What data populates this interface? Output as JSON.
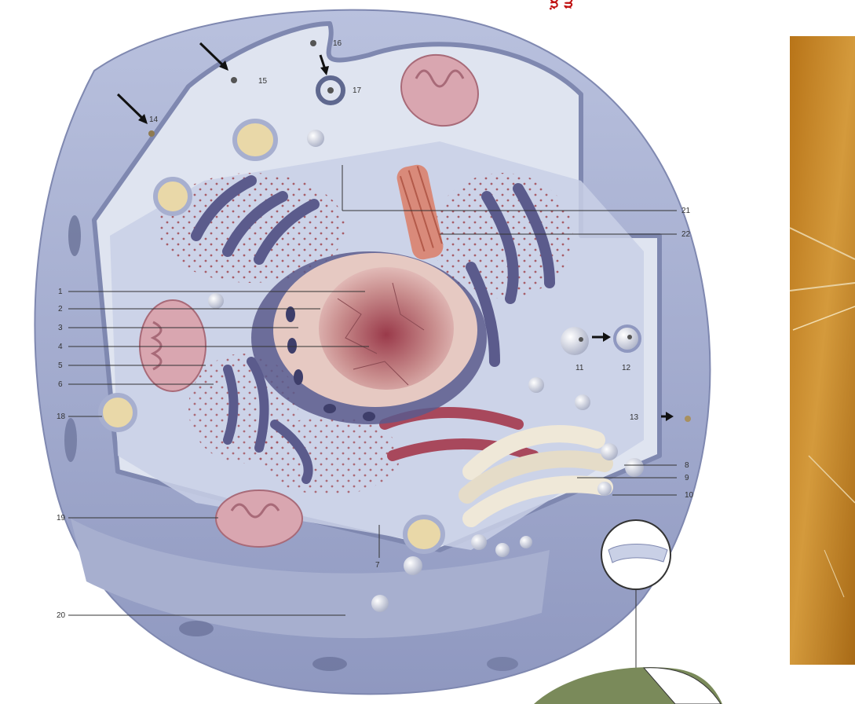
{
  "header_fragment": "ਝ਼ ੜ",
  "labels": {
    "l1": "1",
    "l2": "2",
    "l3": "3",
    "l4": "4",
    "l5": "5",
    "l6": "6",
    "l7": "7",
    "l8": "8",
    "l9": "9",
    "l10": "10",
    "l11": "11",
    "l12": "12",
    "l13": "13",
    "l14": "14",
    "l15": "15",
    "l16": "16",
    "l17": "17",
    "l18": "18",
    "l19": "19",
    "l20": "20",
    "l21": "21",
    "l22": "22"
  },
  "colors": {
    "cell_body": "#9aa4c8",
    "cytoplasm": "#c9d0e6",
    "nucleus": "#b8767a",
    "er": "#5b5b8c",
    "mitochondria": "#d9a6b0",
    "golgi": "#efe8d8",
    "micrograph": "#c98a2a"
  }
}
